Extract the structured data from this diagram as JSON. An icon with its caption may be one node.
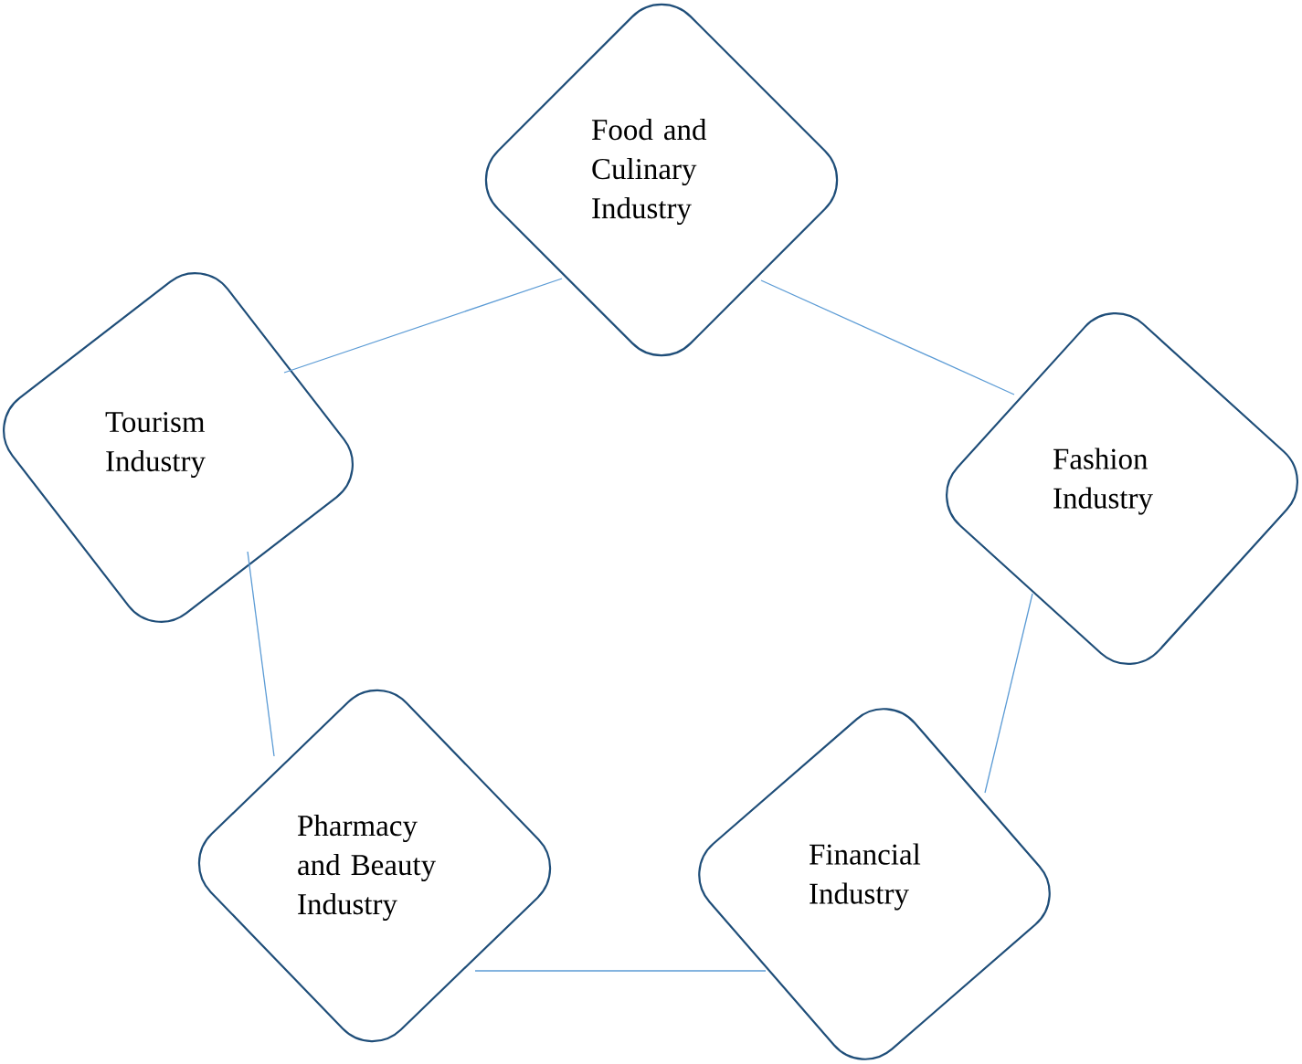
{
  "diagram": {
    "nodes": [
      {
        "text": [
          "Food and Culinary Industry"
        ]
      },
      {
        "text": [
          "Tourism Industry"
        ]
      },
      {
        "text": [
          "Fashion Industry"
        ]
      },
      {
        "text": [
          "Financial Industry"
        ]
      },
      {
        "text": [
          "Pharmacy and Beauty Industry"
        ]
      }
    ],
    "edges": [
      {
        "from": 0,
        "to": 1,
        "arrow": "none"
      },
      {
        "from": 0,
        "to": 2,
        "arrow": "none"
      },
      {
        "from": 2,
        "to": 3,
        "arrow": "none"
      },
      {
        "from": 3,
        "to": 4,
        "arrow": "none"
      },
      {
        "from": 4,
        "to": 1,
        "arrow": "none"
      }
    ]
  }
}
